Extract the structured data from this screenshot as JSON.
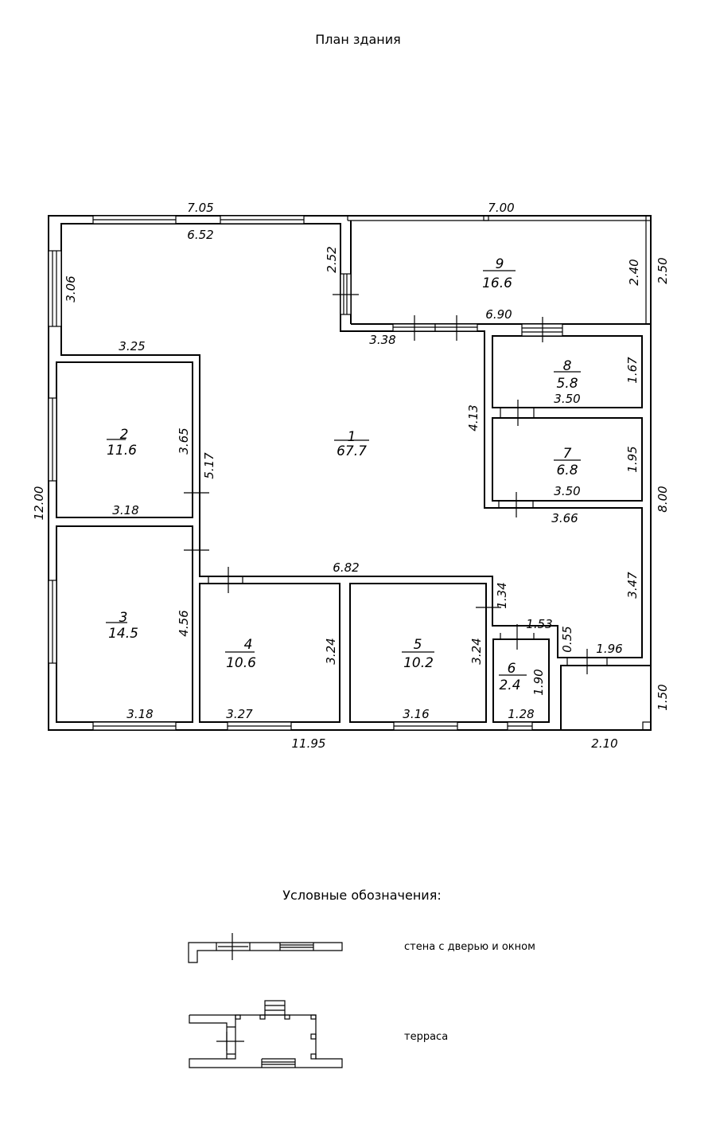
{
  "title": "План здания",
  "rooms": [
    {
      "number": "1",
      "area": "67.7"
    },
    {
      "number": "2",
      "area": "11.6"
    },
    {
      "number": "3",
      "area": "14.5"
    },
    {
      "number": "4",
      "area": "10.6"
    },
    {
      "number": "5",
      "area": "10.2"
    },
    {
      "number": "6",
      "area": "2.4"
    },
    {
      "number": "7",
      "area": "6.8"
    },
    {
      "number": "8",
      "area": "5.8"
    },
    {
      "number": "9",
      "area": "16.6"
    }
  ],
  "dimensions": {
    "top_left_outer": "7.05",
    "top_left_inner": "6.52",
    "top_right_outer": "7.00",
    "room1_left": "3.06",
    "room1_right_upper": "2.52",
    "room1_step": "3.25",
    "room1_top_step": "3.38",
    "room9_width": "6.90",
    "room9_height": "2.40",
    "right_upper": "2.50",
    "room8_height": "1.67",
    "room8_width": "3.50",
    "room7_height": "1.95",
    "room7_width": "3.50",
    "corridor_height": "4.13",
    "room1_right_width": "3.66",
    "right_total": "8.00",
    "room2_height": "3.65",
    "room2_width": "3.18",
    "partition": "5.17",
    "left_total": "12.00",
    "room3_height": "4.56",
    "room3_width": "3.18",
    "room1_bottom": "6.82",
    "room4_height": "3.24",
    "room4_width": "3.27",
    "room5_height": "3.24",
    "room5_width": "3.16",
    "hall_step": "1.34",
    "room6_top": "1.53",
    "room6_height": "1.90",
    "room6_width": "1.28",
    "step_055": "0.55",
    "step_196": "1.96",
    "room1_lower_right": "3.47",
    "bottom_total": "11.95",
    "terrace_width": "2.10",
    "terrace_height": "1.50"
  },
  "legend": {
    "title": "Условные обозначения:",
    "items": [
      {
        "label": "стена с дверью и окном"
      },
      {
        "label": "терраса"
      }
    ]
  }
}
